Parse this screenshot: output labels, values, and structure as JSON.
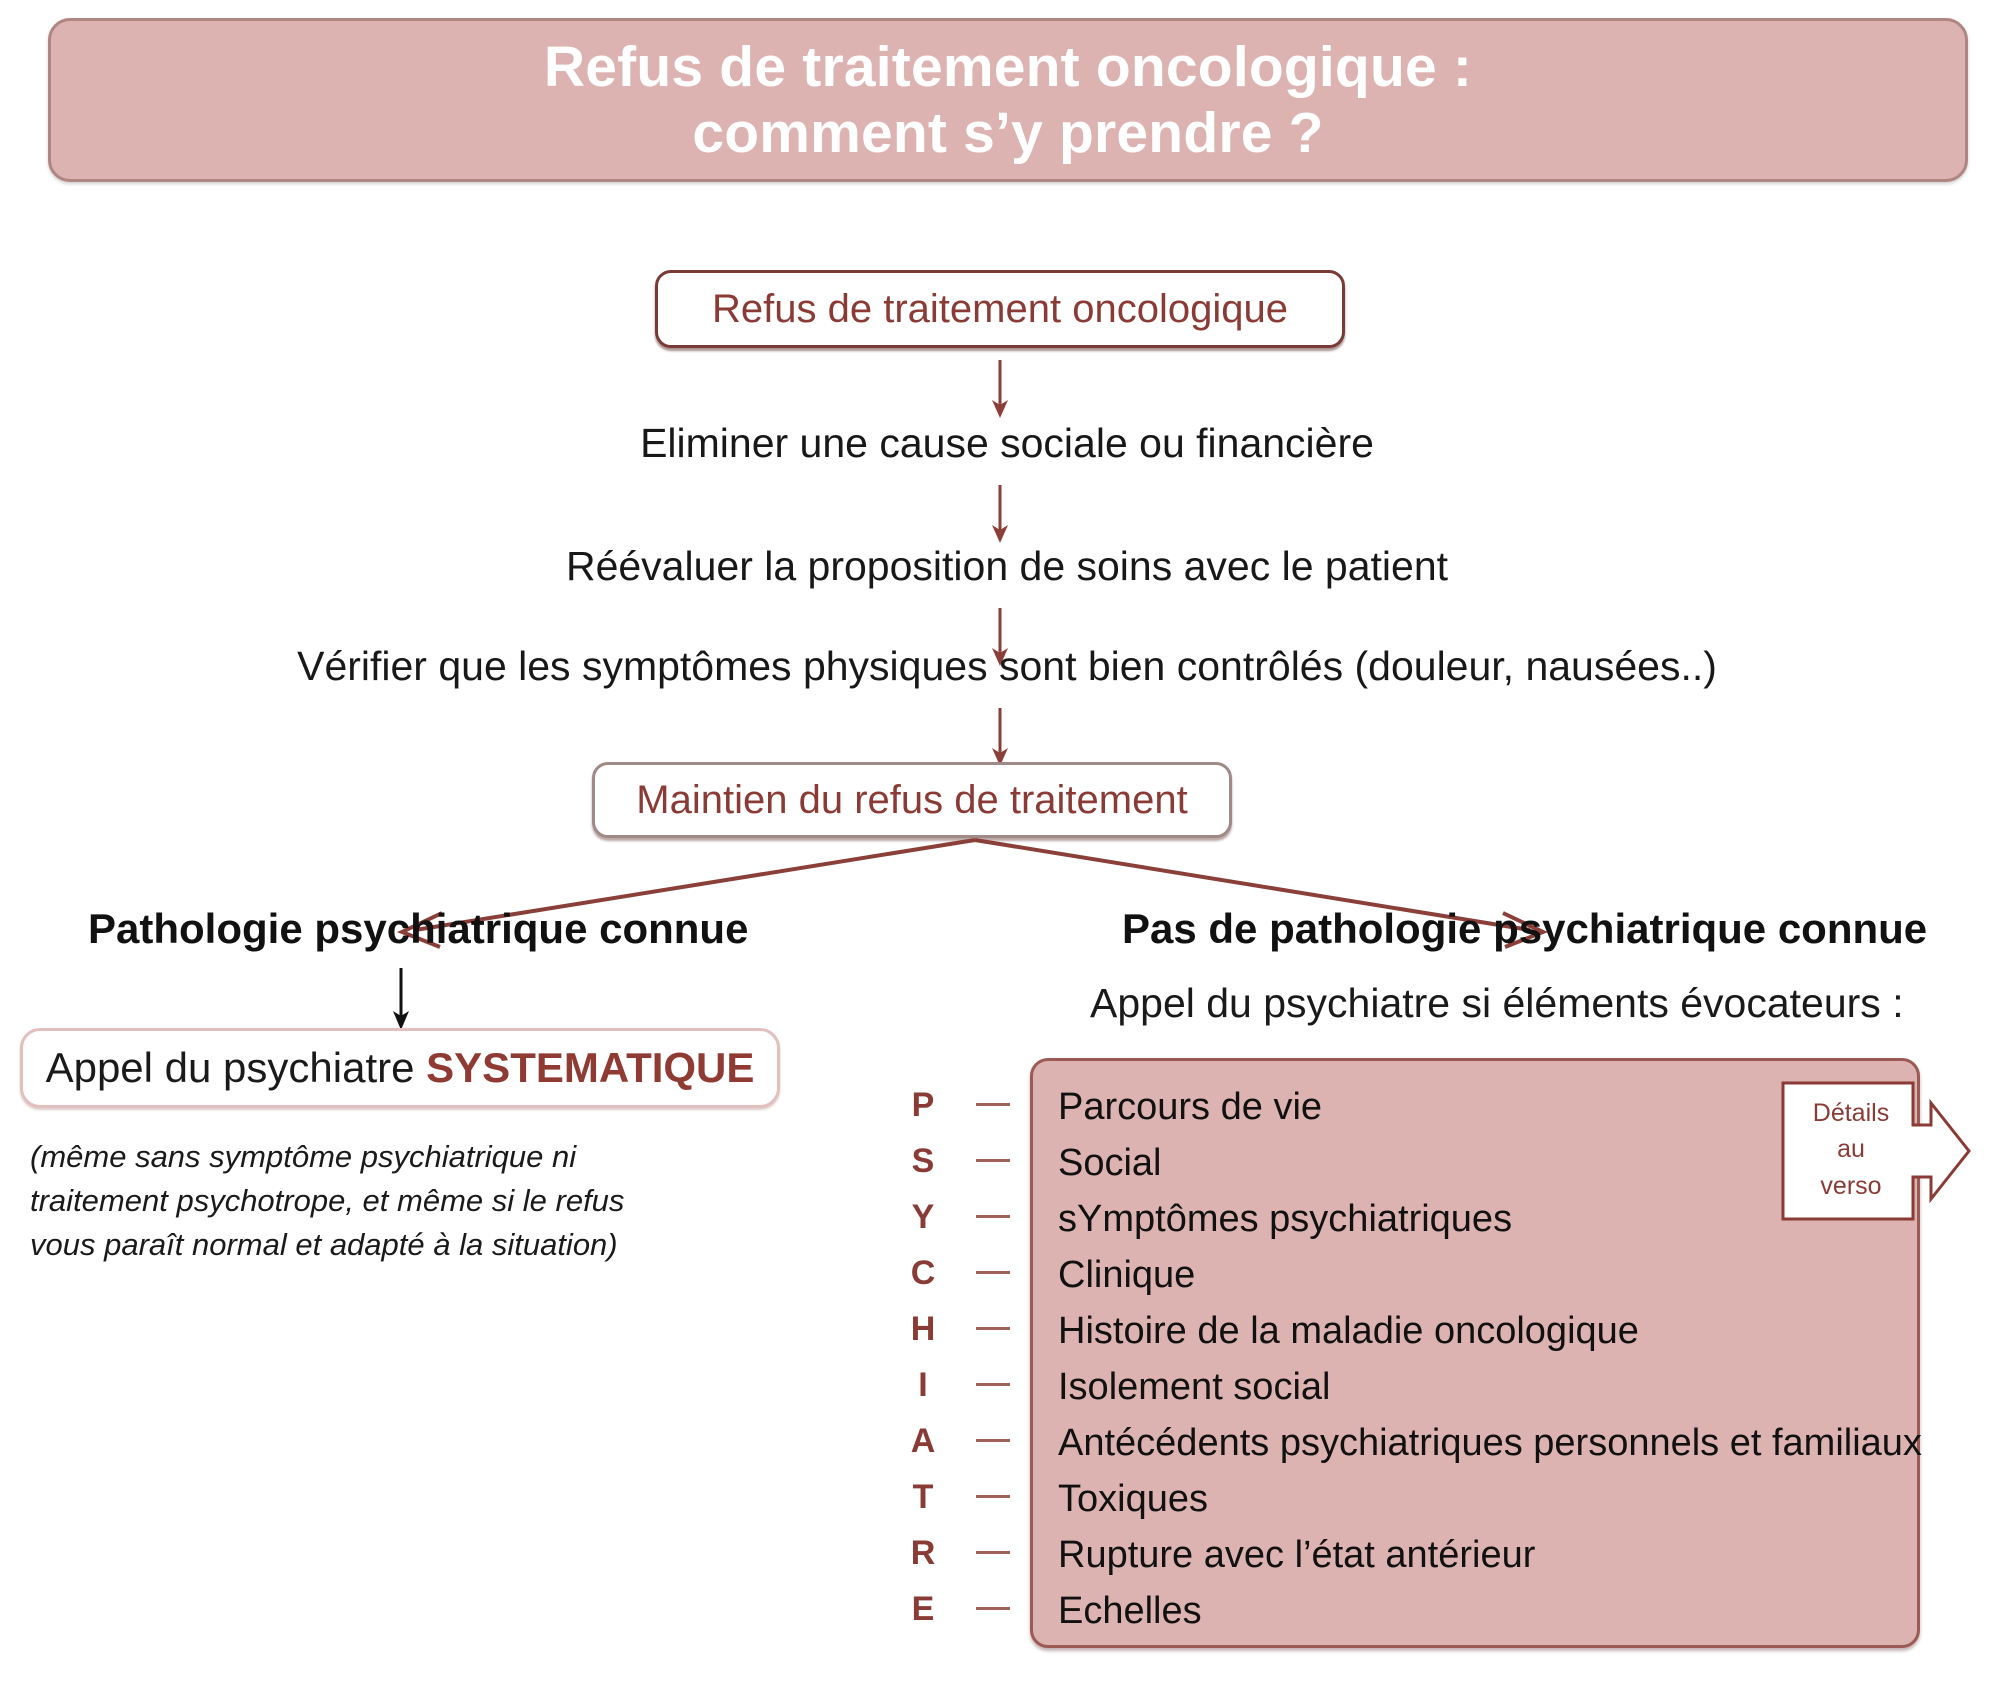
{
  "title": {
    "line1": "Refus de traitement oncologique :",
    "line2": "comment s’y prendre ?"
  },
  "flow": {
    "node_start": "Refus de traitement oncologique",
    "step1": "Eliminer une cause sociale ou financière",
    "step2": "Réévaluer la proposition de soins avec le patient",
    "step3": "Vérifier que les symptômes physiques sont bien contrôlés (douleur, nausées..)",
    "node_maintien": "Maintien du refus de traitement"
  },
  "branch_left": {
    "label": "Pathologie psychiatrique connue",
    "box_text_normal": "Appel du psychiatre ",
    "box_text_emphasis": "SYSTEMATIQUE",
    "footnote_line1": "(même sans symptôme psychiatrique ni",
    "footnote_line2": "traitement psychotrope, et même si le refus",
    "footnote_line3": "vous paraît normal et adapté à la situation)"
  },
  "branch_right": {
    "label": "Pas de pathologie psychiatrique connue",
    "subtitle": "Appel du psychiatre si éléments évocateurs :",
    "mnemonic": [
      {
        "letter": "P",
        "text": "Parcours de vie"
      },
      {
        "letter": "S",
        "text": "Social"
      },
      {
        "letter": "Y",
        "text": "sYmptômes psychiatriques"
      },
      {
        "letter": "C",
        "text": "Clinique"
      },
      {
        "letter": "H",
        "text": "Histoire de la maladie oncologique"
      },
      {
        "letter": "I",
        "text": "Isolement social"
      },
      {
        "letter": "A",
        "text": "Antécédents psychiatriques personnels et familiaux"
      },
      {
        "letter": "T",
        "text": "Toxiques"
      },
      {
        "letter": "R",
        "text": "Rupture avec l’état antérieur"
      },
      {
        "letter": "E",
        "text": "Echelles"
      }
    ]
  },
  "verso_badge": {
    "line1": "Détails",
    "line2": "au",
    "line3": "verso"
  },
  "colors": {
    "banner_fill": "#dcb3b1",
    "banner_border": "#b08582",
    "accent_maroon": "#8a3b35",
    "arrow_maroon": "#8b3f39",
    "pink_fill": "#dcb3b1",
    "muted_border": "#a08a88"
  }
}
